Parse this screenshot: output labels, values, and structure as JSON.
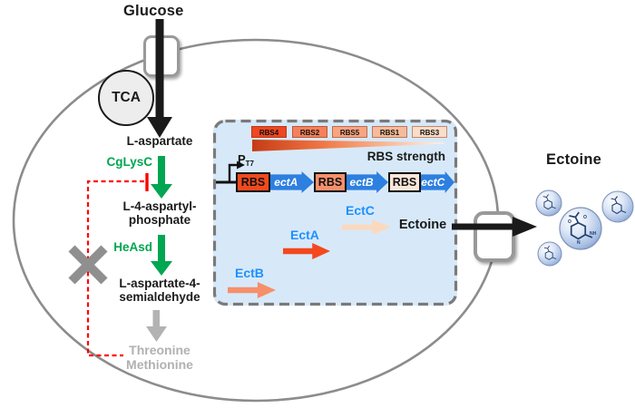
{
  "glucose_label": "Glucose",
  "tca_label": "TCA",
  "pathway": {
    "metabolite1": "L-aspartate",
    "enzyme1": "CgLysC",
    "metabolite2": "L-4-aspartyl-\nphosphate",
    "enzyme2": "HeAsd",
    "metabolite3": "L-aspartate-4-\nsemialdehyde",
    "byproducts": "Threonine\nMethionine"
  },
  "plasmid_panel": {
    "rbs_chips": [
      {
        "label": "RBS4",
        "color": "#ee4722"
      },
      {
        "label": "RBS2",
        "color": "#f5815c"
      },
      {
        "label": "RBS5",
        "color": "#f8a481"
      },
      {
        "label": "RBS1",
        "color": "#f6bb9a"
      },
      {
        "label": "RBS3",
        "color": "#fbdcc6"
      }
    ],
    "strength_label": "RBS strength",
    "promoter": {
      "main": "P",
      "sub": "T7"
    },
    "construct": [
      {
        "rbs_label": "RBS",
        "rbs_color": "#f04a1f",
        "gene_label": "ectA"
      },
      {
        "rbs_label": "RBS",
        "rbs_color": "#f6906c",
        "gene_label": "ectB"
      },
      {
        "rbs_label": "RBS",
        "rbs_color": "#f9e7d9",
        "gene_label": "ectC"
      }
    ],
    "enzymes": [
      {
        "label": "EctA",
        "arrow_color": "#f4481e"
      },
      {
        "label": "EctB",
        "arrow_color": "#f68f6b"
      },
      {
        "label": "EctC",
        "arrow_color": "#fbd9bf"
      }
    ],
    "product_label": "Ectoine"
  },
  "outside": {
    "ectoine_label": "Ectoine",
    "molecule_atoms": [
      "O",
      "O",
      "NH",
      "N"
    ]
  },
  "colors": {
    "pathway_green": "#00a651",
    "inhibition_red": "#ff0000",
    "inactive_gray": "#b1b1b1",
    "membrane_gray": "#8c8c8c",
    "panel_bg": "#d7e9f9",
    "gene_arrow_blue": "#2d7fe0",
    "enzyme_label_blue": "#1e90ff",
    "arrow_black": "#1a1a1a"
  }
}
